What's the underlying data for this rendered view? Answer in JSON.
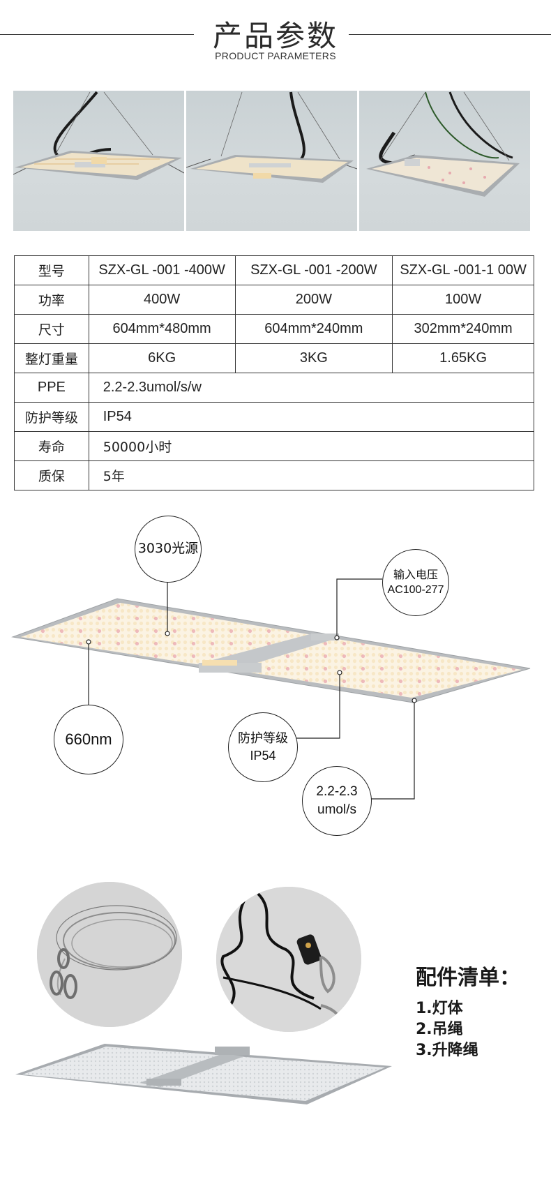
{
  "header": {
    "title": "产品参数",
    "subtitle": "PRODUCT PARAMETERS"
  },
  "photos": [
    {
      "name": "400W model hanging"
    },
    {
      "name": "200W model hanging"
    },
    {
      "name": "100W model hanging"
    }
  ],
  "specs": {
    "model": {
      "label": "型号",
      "values": [
        "SZX-GL -001 -400W",
        "SZX-GL -001 -200W",
        "SZX-GL -001-1 00W"
      ]
    },
    "power": {
      "label": "功率",
      "values": [
        "400W",
        "200W",
        "100W"
      ]
    },
    "size": {
      "label": "尺寸",
      "values": [
        "604mm*480mm",
        "604mm*240mm",
        "302mm*240mm"
      ]
    },
    "weight": {
      "label": "整灯重量",
      "values": [
        "6KG",
        "3KG",
        "1.65KG"
      ]
    },
    "ppe": {
      "label": "PPE",
      "value": "2.2-2.3umol/s/w"
    },
    "ip": {
      "label": "防护等级",
      "value": "IP54"
    },
    "life": {
      "label": "寿命",
      "value": "50000小时"
    },
    "warranty": {
      "label": "质保",
      "value": "5年"
    }
  },
  "callouts": {
    "light_source": "3030光源",
    "input_voltage_label": "输入电压",
    "input_voltage_value": "AC100-277",
    "wavelength": "660nm",
    "protection_label": "防护等级",
    "protection_value": "IP54",
    "efficacy_value": "2.2-2.3",
    "efficacy_unit": "umol/s"
  },
  "accessories": {
    "title": "配件清单：",
    "items": [
      "1.灯体",
      "2.吊绳",
      "3.升降绳"
    ]
  },
  "colors": {
    "line": "#333333",
    "panel_frame": "#b9bcbf",
    "led_warm": "#f6e6c8",
    "led_red": "#e59aa5"
  }
}
